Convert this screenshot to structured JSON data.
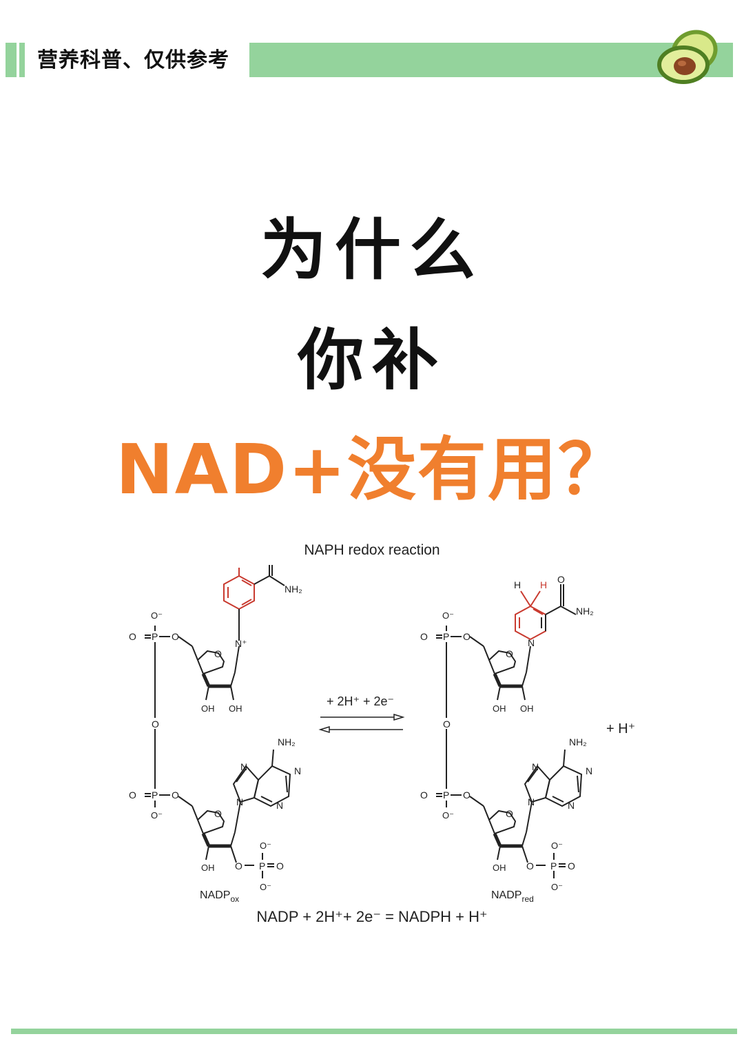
{
  "header": {
    "tag": "营养科普、仅供参考",
    "accent_color": "#94d39c"
  },
  "title": {
    "line1": "为什么",
    "line2": "你补",
    "line3_latin": "NAD+",
    "line3_cn": "没有用？",
    "highlight_color": "#f07f2e"
  },
  "figure": {
    "title": "NAPH redox reaction",
    "reaction_arrow_label": "+ 2H⁺ + 2e⁻",
    "left_label": "NADPox",
    "right_label": "NADPred",
    "product_extra": "+ H⁺",
    "equation": "NADP + 2H⁺+ 2e⁻ = NADPH + H⁺",
    "atoms": {
      "H": "H",
      "O": "O",
      "N": "N",
      "P": "P",
      "OH": "OH",
      "NH2": "NH₂",
      "O_minus": "O⁻",
      "N_plus": "N⁺"
    }
  }
}
